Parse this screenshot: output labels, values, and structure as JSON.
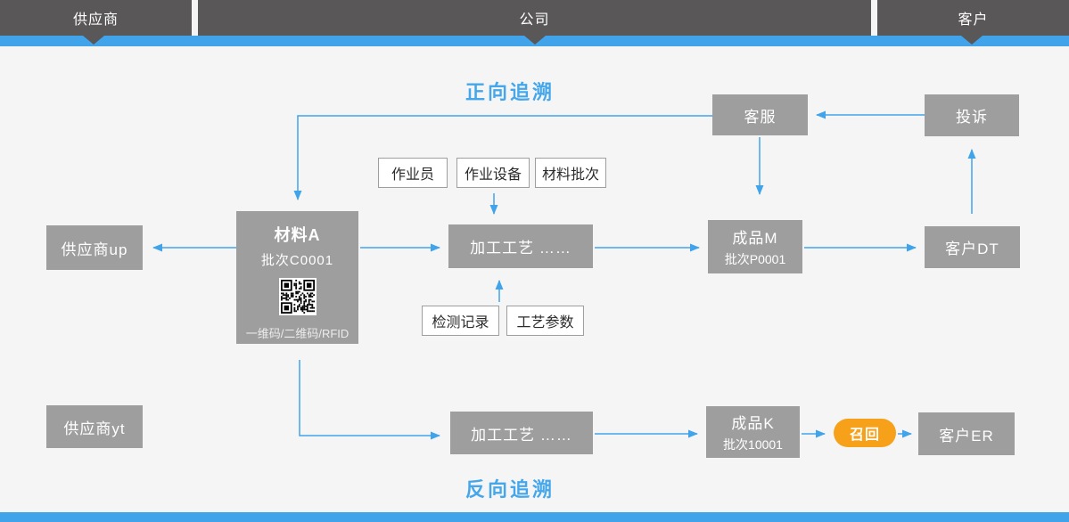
{
  "colors": {
    "accent_blue": "#41a3ea",
    "header_dark": "#595757",
    "node_gray": "#9e9e9e",
    "recall_orange": "#f7a11a",
    "background": "#f5f5f6"
  },
  "header": {
    "segments": [
      {
        "label": "供应商"
      },
      {
        "label": "公司"
      },
      {
        "label": "客户"
      }
    ]
  },
  "titles": {
    "forward": "正向追溯",
    "backward": "反向追溯"
  },
  "nodes": {
    "customer_service": {
      "label": "客服"
    },
    "complaint": {
      "label": "投诉"
    },
    "supplier_up": {
      "label": "供应商up"
    },
    "material_a": {
      "title": "材料A",
      "batch": "批次C0001",
      "caption": "一维码/二维码/RFID"
    },
    "process_top": {
      "label": "加工工艺  ……"
    },
    "product_m": {
      "title": "成品M",
      "batch": "批次P0001"
    },
    "customer_dt": {
      "label": "客户DT"
    },
    "supplier_yt": {
      "label": "供应商yt"
    },
    "process_bottom": {
      "label": "加工工艺  ……"
    },
    "product_k": {
      "title": "成品K",
      "batch": "批次10001"
    },
    "recall": {
      "label": "召回"
    },
    "customer_er": {
      "label": "客户ER"
    }
  },
  "tags": {
    "operator": "作业员",
    "equipment": "作业设备",
    "material_batch": "材料批次",
    "inspection": "检测记录",
    "parameters": "工艺参数"
  }
}
